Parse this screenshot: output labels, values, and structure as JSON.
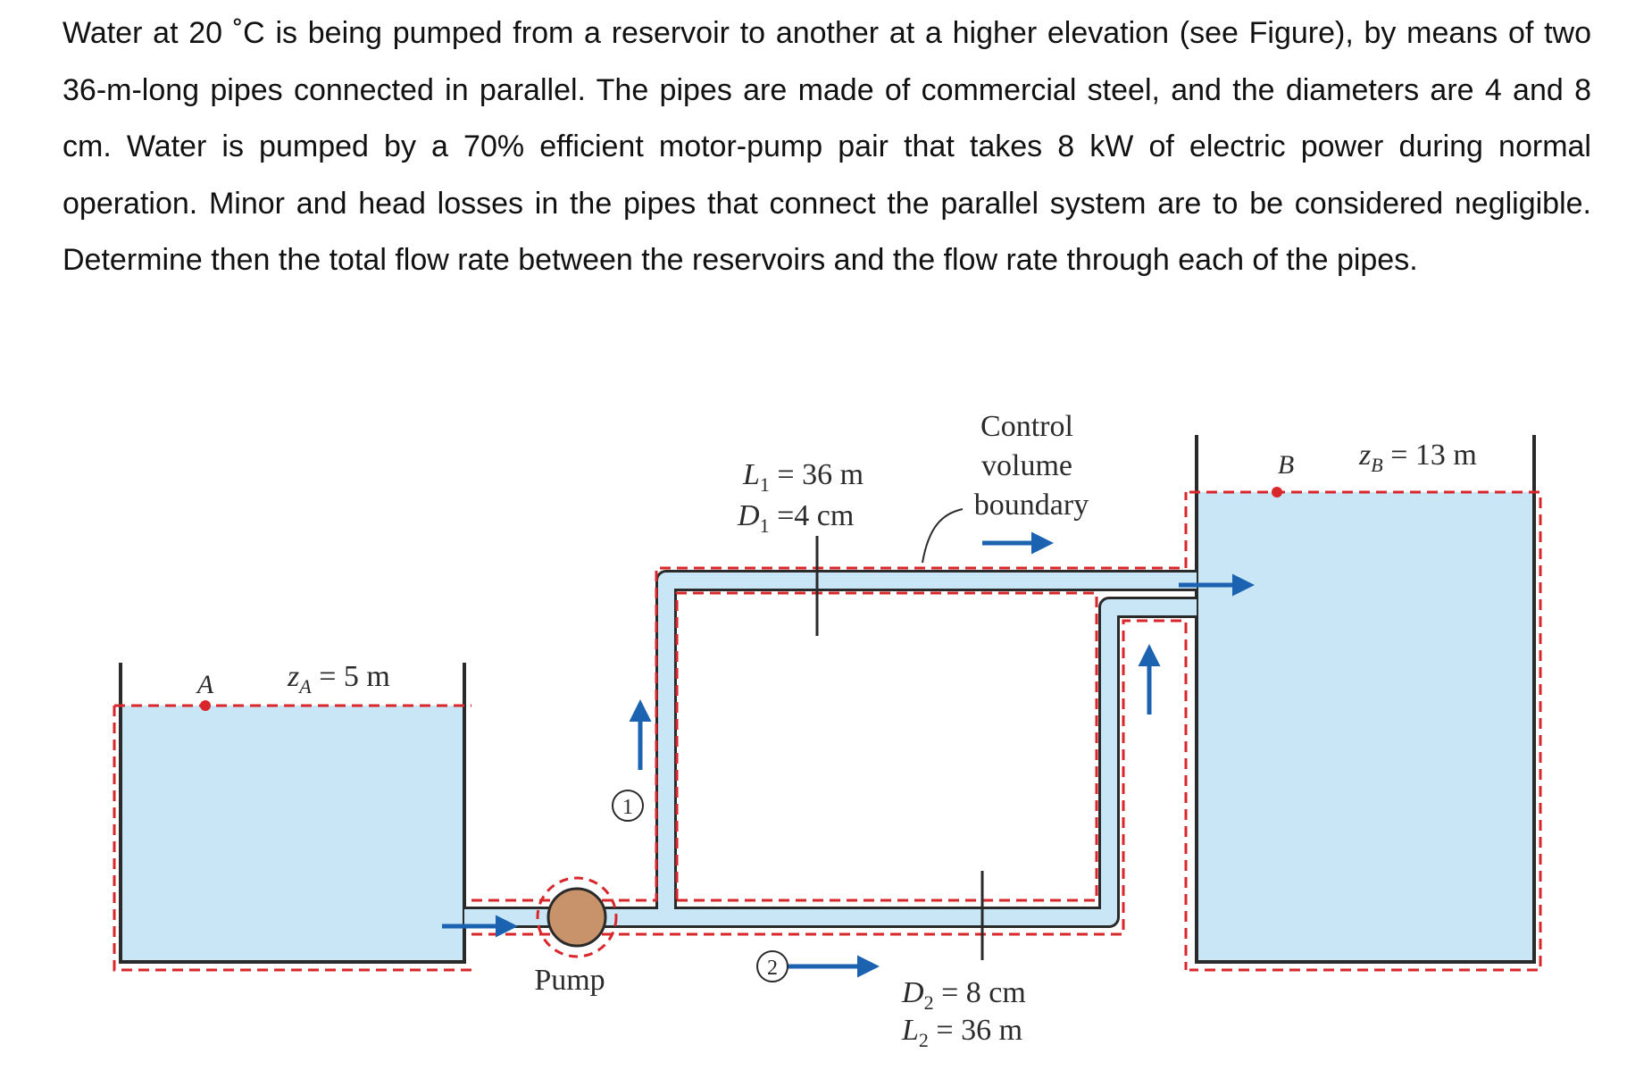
{
  "problem_text": "Water at 20 ˚C is being pumped from a reservoir to another at a higher elevation (see Figure), by means of two 36-m-long pipes connected in parallel. The pipes are made of commercial steel, and the diameters are 4 and 8 cm. Water is pumped by a 70% efficient motor-pump pair that takes 8 kW of electric power during normal operation. Minor and head losses in the pipes that connect the parallel system are to be considered negligible. Determine then the total flow rate between the reservoirs and the flow rate through each of the pipes.",
  "figure": {
    "reservoir_a": {
      "point": "A",
      "elevation_label": "z",
      "elevation_sub": "A",
      "elevation_value": " = 5 m"
    },
    "reservoir_b": {
      "point": "B",
      "elevation_label": "z",
      "elevation_sub": "B",
      "elevation_value": " = 13 m"
    },
    "pipe1": {
      "l_label": "L",
      "l_sub": "1",
      "l_value": " = 36 m",
      "d_label": "D",
      "d_sub": "1",
      "d_value": " =4 cm"
    },
    "pipe2": {
      "d_label": "D",
      "d_sub": "2",
      "d_value": " = 8 cm",
      "l_label": "L",
      "l_sub": "2",
      "l_value": " = 36 m"
    },
    "control_volume_lines": [
      "Control",
      "volume",
      "boundary"
    ],
    "pump_label": "Pump",
    "station_1": "1",
    "station_2": "2",
    "colors": {
      "water": "#c9e6f7",
      "boundary": "#d9262b",
      "arrow": "#1b63b0",
      "pump": "#c8936a",
      "wall": "#2a2a2a"
    }
  }
}
